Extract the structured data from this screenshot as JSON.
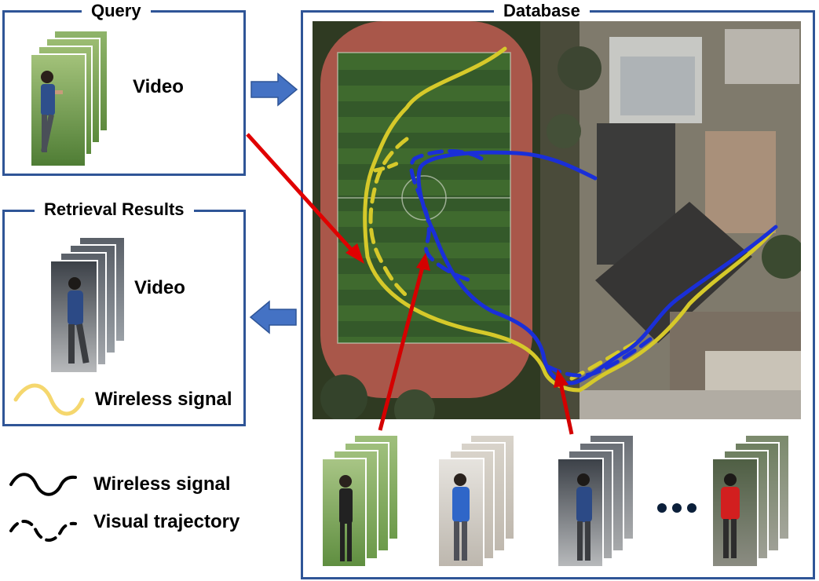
{
  "query": {
    "title": "Query",
    "video_label": "Video"
  },
  "database": {
    "title": "Database"
  },
  "results": {
    "title": "Retrieval Results",
    "video_label": "Video",
    "legend_label": "Wireless signal"
  },
  "legend": {
    "solid_label": "Wireless signal",
    "dashed_label": "Visual trajectory"
  },
  "colors": {
    "panel_border": "#2f5597",
    "arrow_blue": "#4472c4",
    "arrow_red": "#e00000",
    "track_yellow": "#d6c92a",
    "track_blue": "#1a2fd8",
    "legend_yellow": "#f5d76e",
    "field_green": "#3f6a2e",
    "running_track": "#a9574a"
  },
  "icons": [
    "ellipsis-icon",
    "wireless-signal-icon",
    "visual-trajectory-icon"
  ]
}
